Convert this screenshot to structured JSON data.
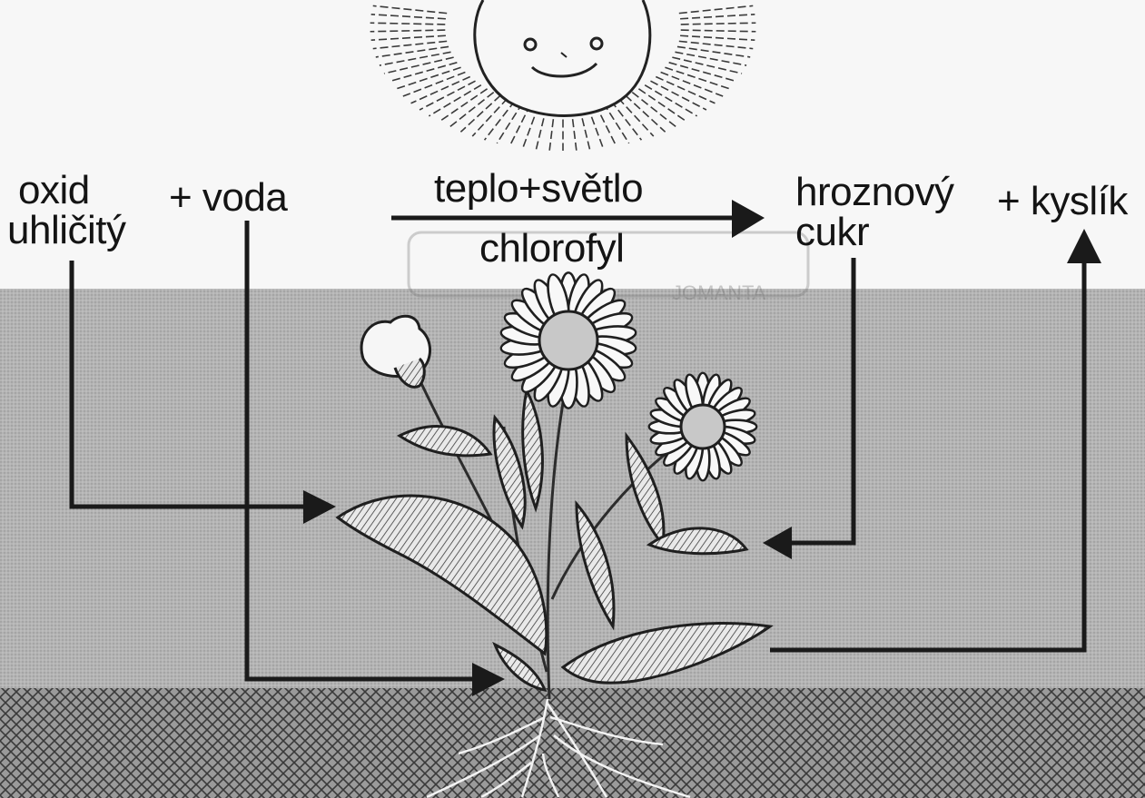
{
  "labels": {
    "co2_line1": "oxid",
    "co2_line2": "uhličitý",
    "water": "+ voda",
    "heat_light": "teplo+světlo",
    "chlorophyll": "chlorofyl",
    "glucose_line1": "hroznový",
    "glucose_line2": "cukr",
    "oxygen": "+ kyslík",
    "stamp_text": "JOMANTA"
  },
  "colors": {
    "background": "#f7f7f7",
    "air_band": "#b9b9b9",
    "soil": "#8a8a8a",
    "ink": "#141414"
  }
}
